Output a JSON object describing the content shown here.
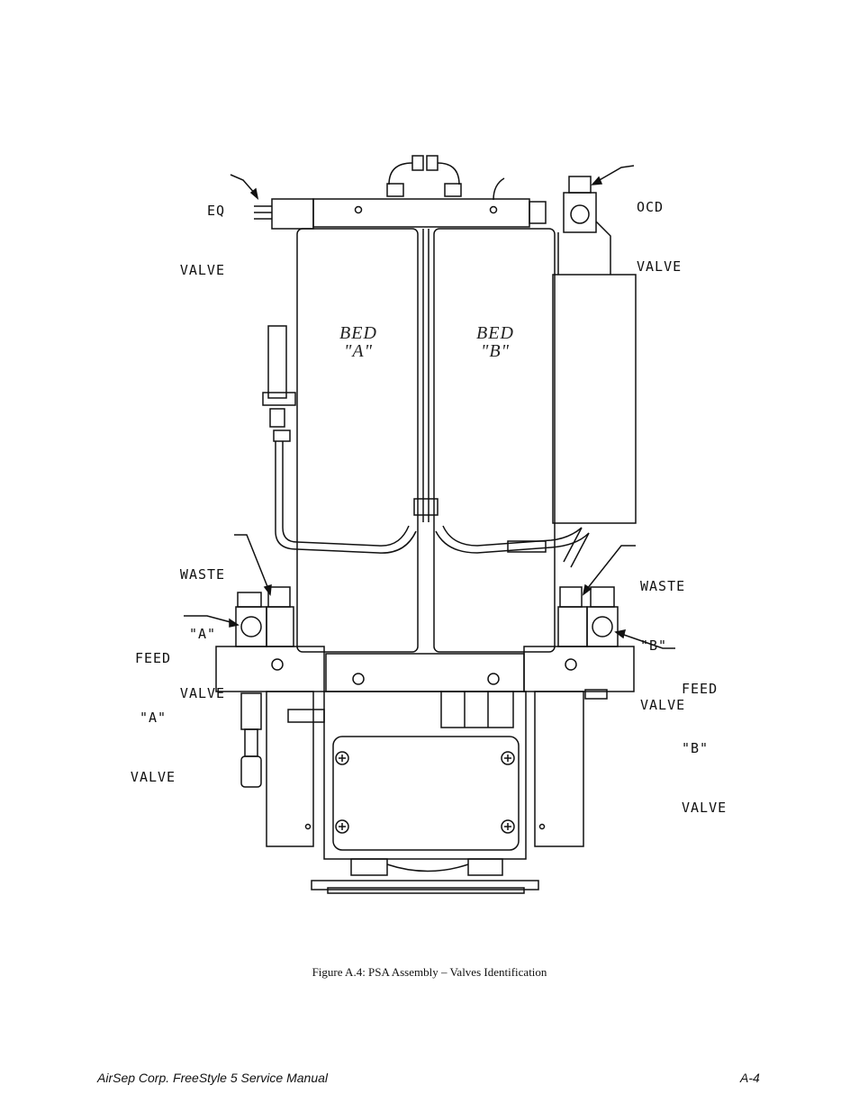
{
  "labels": {
    "eq_valve": [
      "EQ",
      "VALVE"
    ],
    "ocd_valve": [
      "OCD",
      "VALVE"
    ],
    "waste_a_valve": [
      "WASTE",
      "\"A\"",
      "VALVE"
    ],
    "waste_b_valve": [
      "WASTE",
      "\"B\"",
      "VALVE"
    ],
    "feed_a_valve": [
      "FEED",
      "\"A\"",
      "VALVE"
    ],
    "feed_b_valve": [
      "FEED",
      "\"B\"",
      "VALVE"
    ],
    "bed_a": [
      "BED",
      "\"A\""
    ],
    "bed_b": [
      "BED",
      "\"B\""
    ]
  },
  "caption": "Figure A.4: PSA Assembly – Valves Identification",
  "footer": {
    "left": "AirSep Corp. FreeStyle 5 Service Manual",
    "right": "A-4"
  }
}
